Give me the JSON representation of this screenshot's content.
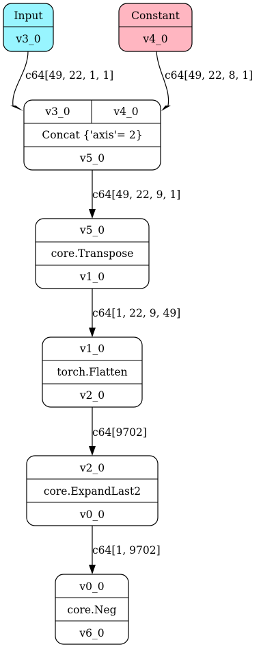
{
  "nodes": {
    "input": {
      "title": "Input",
      "name": "v3_0",
      "fill": "#98f5ff"
    },
    "constant": {
      "title": "Constant",
      "name": "v4_0",
      "fill": "#ffb6c1"
    },
    "concat": {
      "input_a": "v3_0",
      "input_b": "v4_0",
      "op": "Concat {'axis'= 2}",
      "output": "v5_0"
    },
    "transpose": {
      "input": "v5_0",
      "op": "core.Transpose",
      "output": "v1_0"
    },
    "flatten": {
      "input": "v1_0",
      "op": "torch.Flatten",
      "output": "v2_0"
    },
    "expand": {
      "input": "v2_0",
      "op": "core.ExpandLast2",
      "output": "v0_0"
    },
    "neg": {
      "input": "v0_0",
      "op": "core.Neg",
      "output": "v6_0"
    }
  },
  "edges": {
    "input_to_concat": "c64[49, 22, 1, 1]",
    "constant_to_concat": "c64[49, 22, 8, 1]",
    "concat_to_transpose": "c64[49, 22, 9, 1]",
    "transpose_to_flatten": "c64[1, 22, 9, 49]",
    "flatten_to_expand": "c64[9702]",
    "expand_to_neg": "c64[1, 9702]"
  }
}
